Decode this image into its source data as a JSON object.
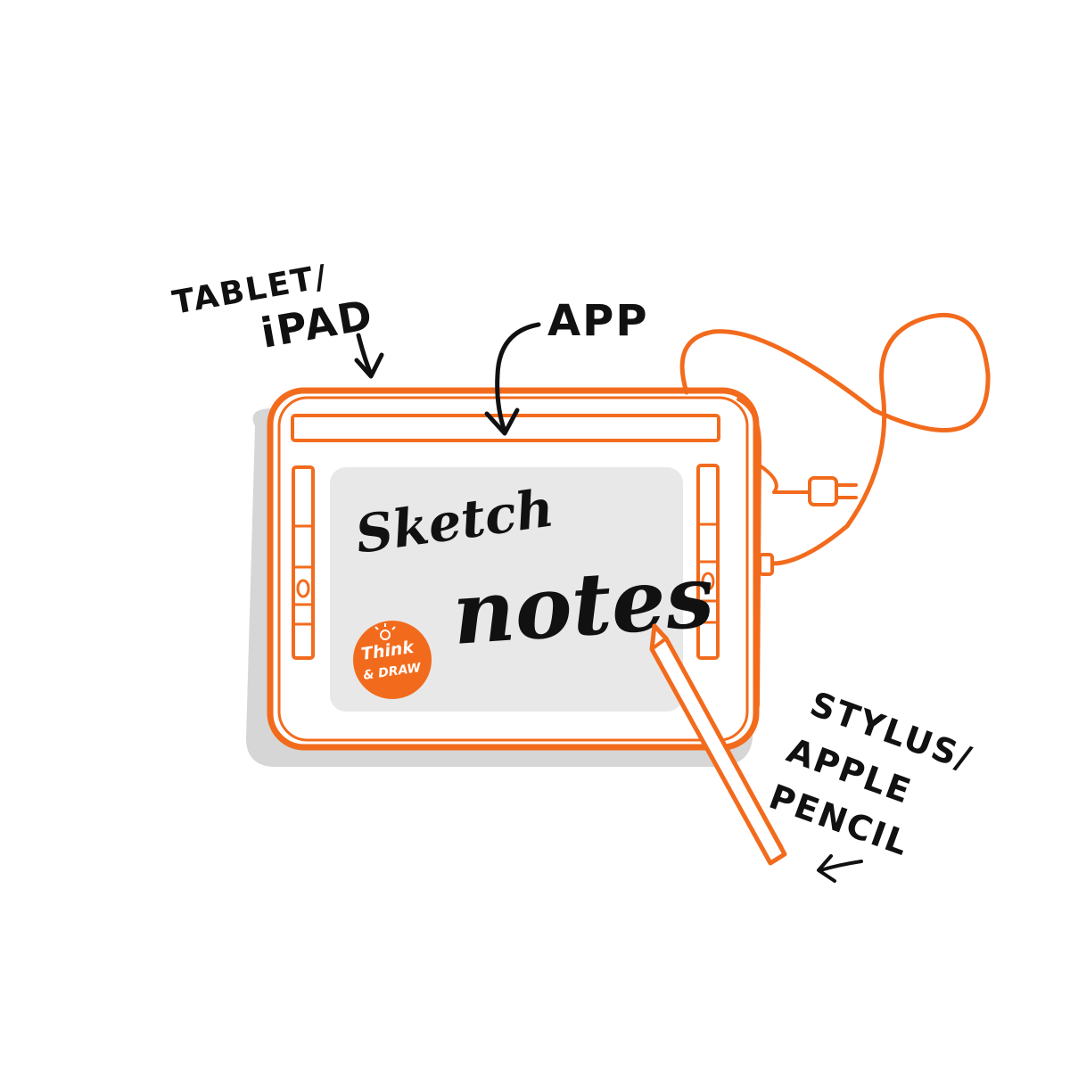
{
  "labels": {
    "tablet_line1": "TABLET/",
    "tablet_line2": "iPAD",
    "app": "APP",
    "stylus_line1": "STYLUS/",
    "stylus_line2": "APPLE",
    "stylus_line3": "PENCIL"
  },
  "screen": {
    "word1": "Sketch",
    "word2": "notes"
  },
  "logo": {
    "line1": "Think",
    "line2": "& DRAW"
  },
  "colors": {
    "accent": "#F26B1D",
    "ink": "#111111",
    "shadow": "#D6D6D6",
    "screen": "#E8E8E8"
  },
  "icons": [
    "arrow-down-icon",
    "arrow-curved-icon",
    "arrow-left-icon",
    "plug-icon",
    "cable-icon",
    "stylus-icon",
    "lightbulb-icon"
  ]
}
